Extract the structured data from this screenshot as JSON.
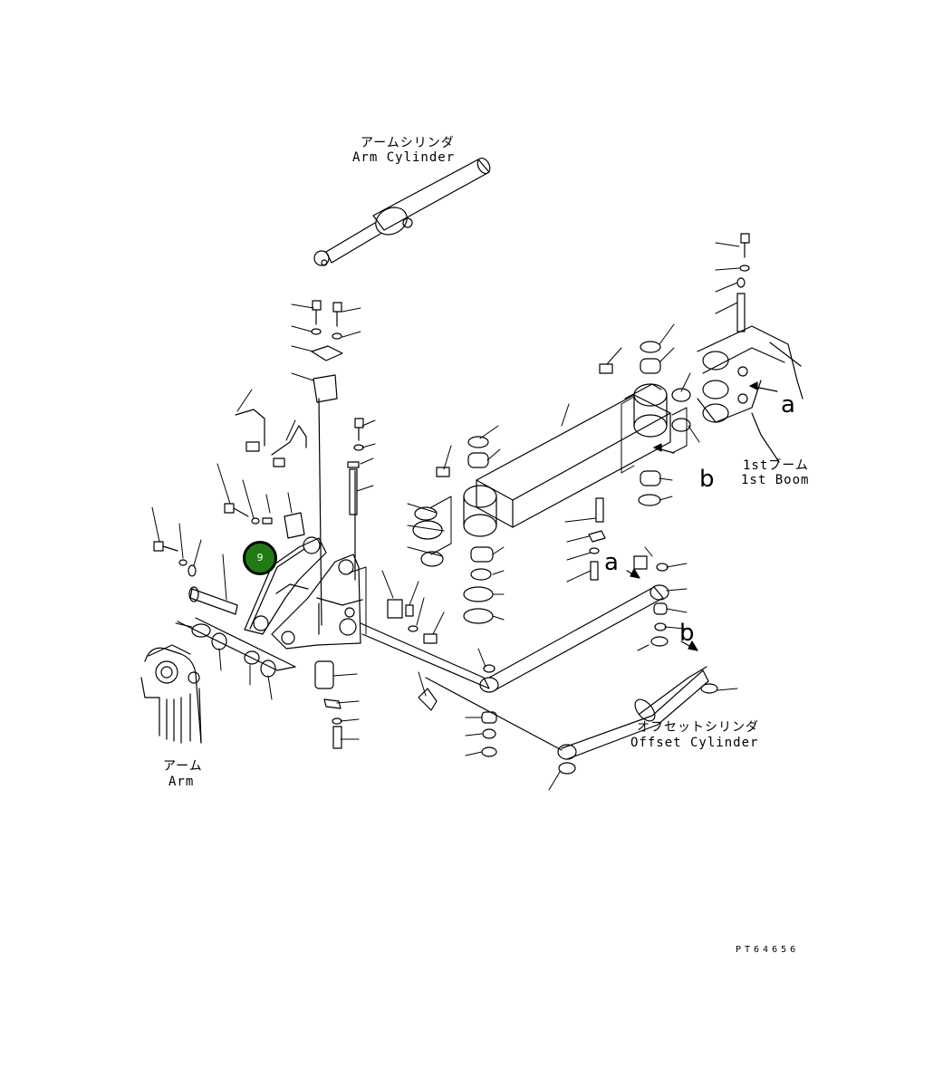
{
  "labels": {
    "arm_cylinder_jp": "アームシリンダ",
    "arm_cylinder_en": "Arm Cylinder",
    "first_boom_jp": "1stブーム",
    "first_boom_en": "1st Boom",
    "offset_cylinder_jp": "オフセットシリンダ",
    "offset_cylinder_en": "Offset Cylinder",
    "arm_jp": "アーム",
    "arm_en": "Arm"
  },
  "refs": {
    "a1": "a",
    "b1": "b",
    "a2": "a",
    "b2": "b"
  },
  "callout": {
    "number": "9",
    "color": "#1f7a12"
  },
  "drawing_code": "PT64656"
}
